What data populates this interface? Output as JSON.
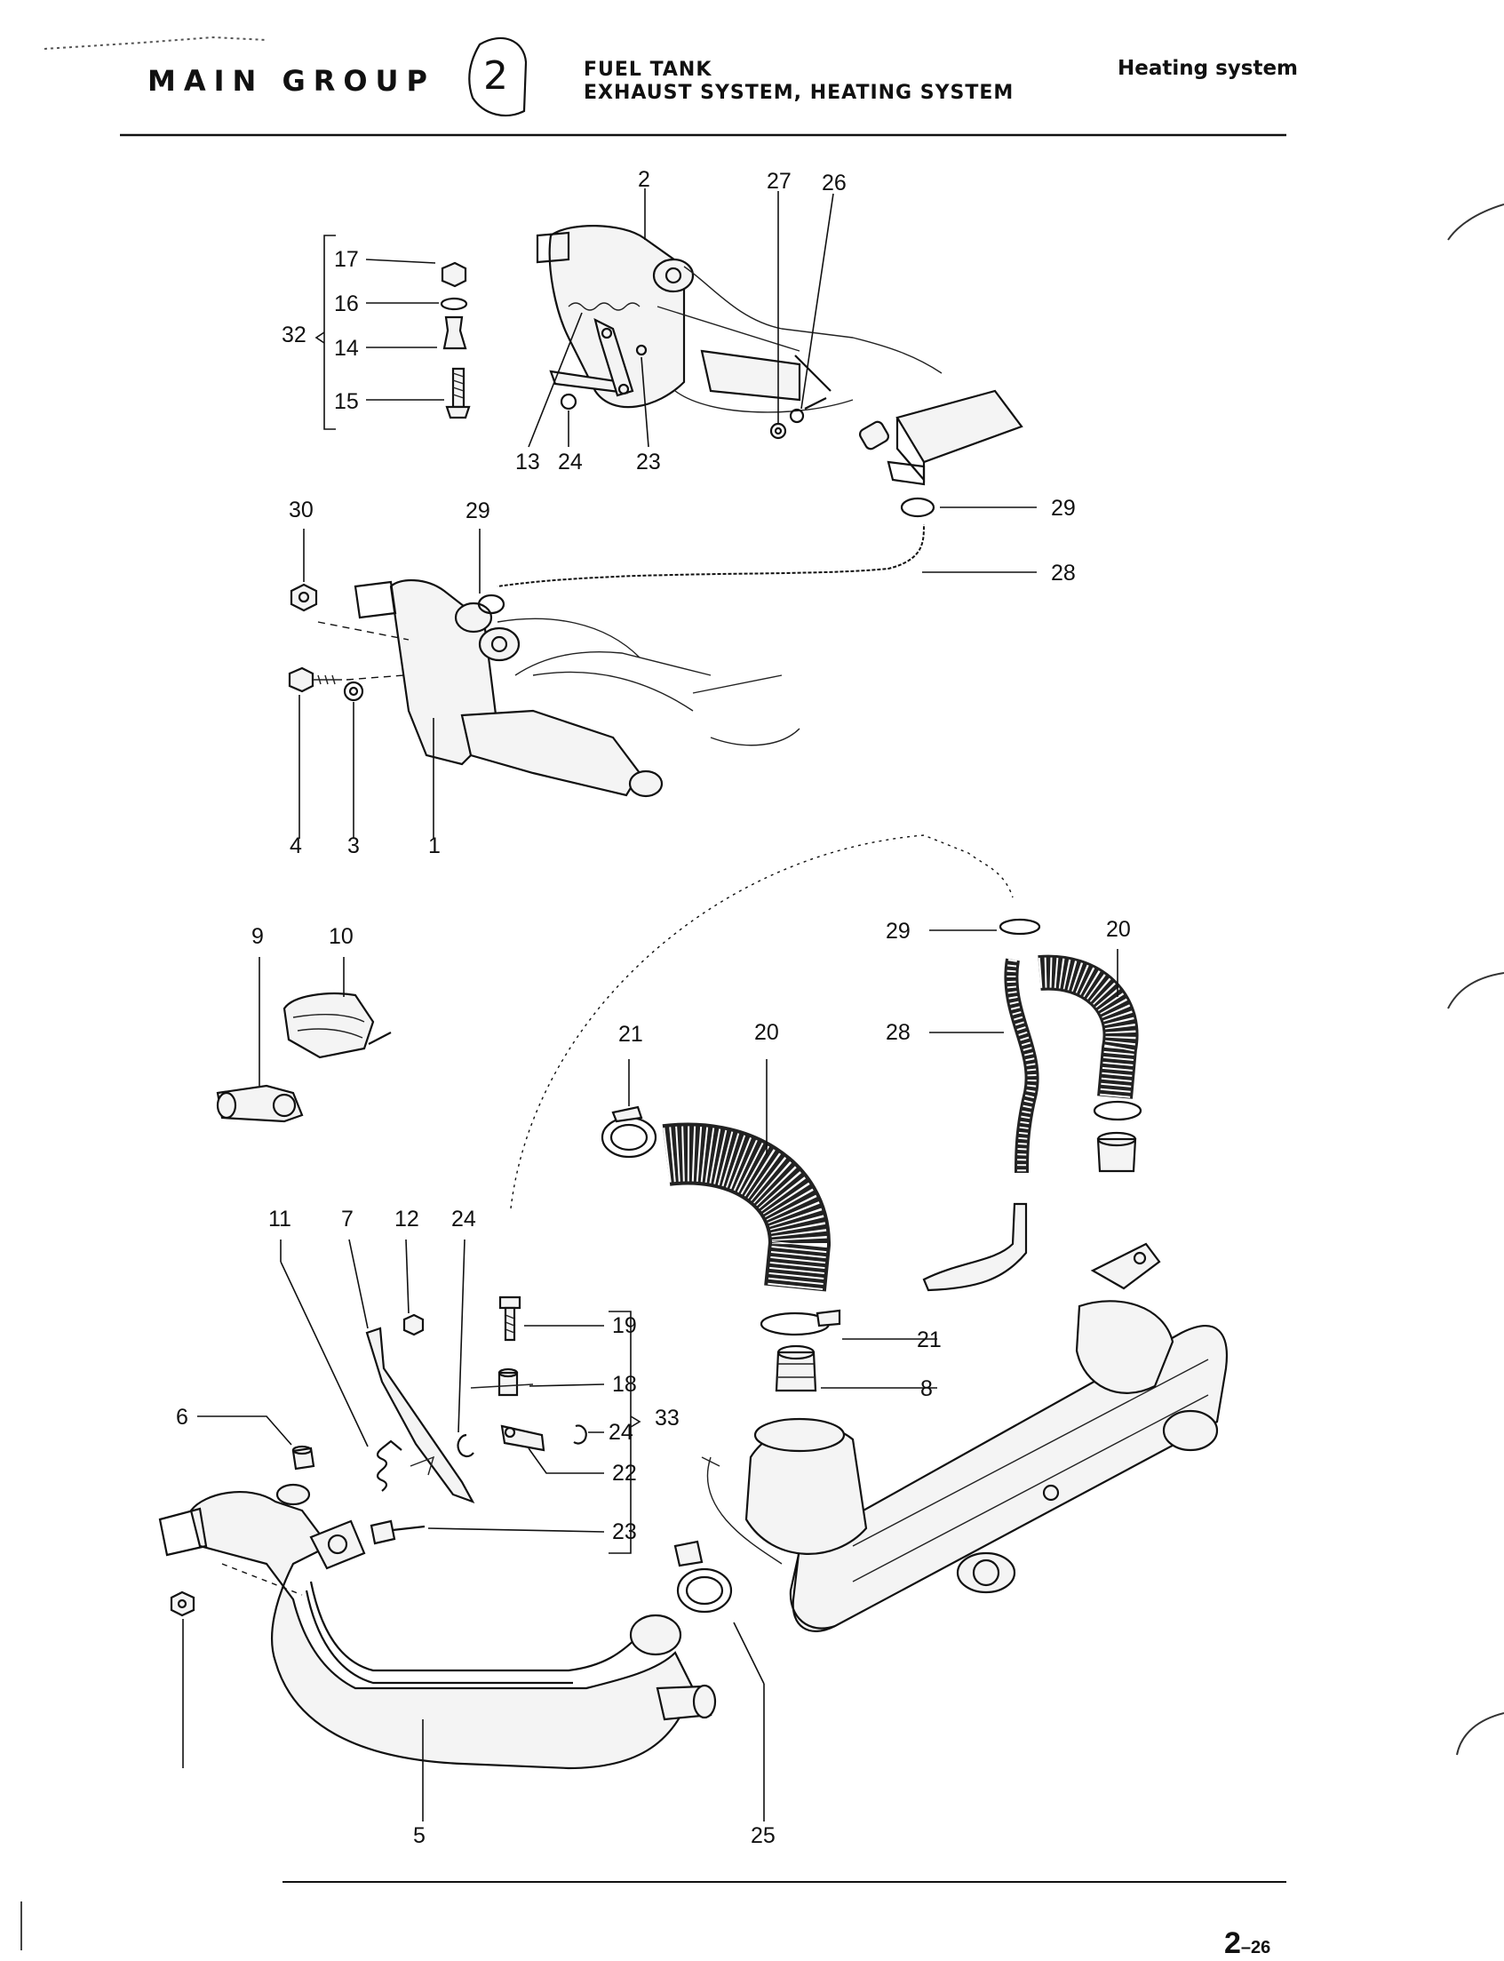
{
  "header": {
    "main_group": "MAIN GROUP",
    "group_number": "2",
    "title_line1": "FUEL TANK",
    "title_line2": "EXHAUST SYSTEM, HEATING SYSTEM",
    "section": "Heating system"
  },
  "footer": {
    "page_main": "2",
    "page_sub": "–26"
  },
  "callouts": {
    "c2": "2",
    "c27": "27",
    "c26": "26",
    "c17": "17",
    "c16": "16",
    "c14": "14",
    "c15": "15",
    "c32": "32",
    "c13": "13",
    "c24a": "24",
    "c23a": "23",
    "c30": "30",
    "c29a": "29",
    "c29b": "29",
    "c28a": "28",
    "c4": "4",
    "c3": "3",
    "c1": "1",
    "c9": "9",
    "c10": "10",
    "c29c": "29",
    "c20a": "20",
    "c28b": "28",
    "c21a": "21",
    "c20b": "20",
    "c11": "11",
    "c7": "7",
    "c12": "12",
    "c24b": "24",
    "c19": "19",
    "c18": "18",
    "c24c": "24",
    "c22": "22",
    "c23b": "23",
    "c33": "33",
    "c21b": "21",
    "c8": "8",
    "c6": "6",
    "c5": "5",
    "c25": "25"
  }
}
